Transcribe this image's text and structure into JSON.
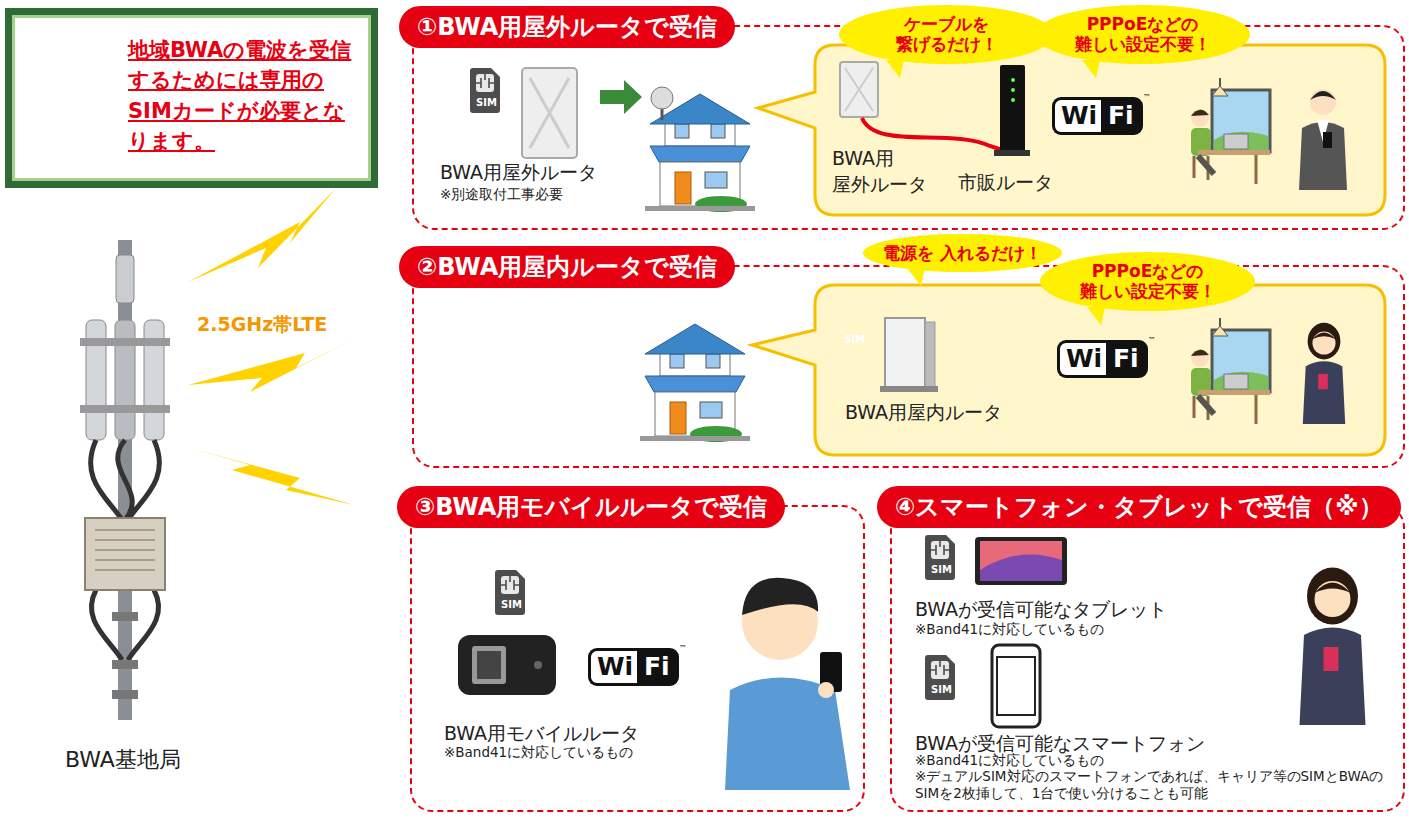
{
  "diagram": {
    "nodes": [
      {
        "text": [
          "地域BWAの電波を受信するためには専用のSIMカードが必要となります。"
        ]
      },
      {
        "text": [
          "①BWA用屋外ルータで受信"
        ]
      },
      {
        "text": [
          "ケーブルを 繋げるだけ！"
        ],
        "in": 1
      },
      {
        "text": [
          "PPPoEなどの 難しい設定不要！"
        ],
        "in": 1
      },
      {
        "text": [
          "②BWA用屋内ルータで受信"
        ]
      },
      {
        "text": [
          "電源を 入れるだけ！"
        ],
        "in": 4
      },
      {
        "text": [
          "PPPoEなどの 難しい設定不要！"
        ],
        "in": 4
      },
      {
        "text": [
          "③BWA用モバイルルータで受信"
        ]
      },
      {
        "text": [
          "④スマートフォン・タブレットで受信（※）"
        ]
      }
    ],
    "labels": [
      "SIM",
      "SIM",
      "BWA用屋外ルータ",
      "※別途取付工事必要",
      "BWA用 屋外ルータ",
      "市販ルータ",
      "Wi",
      "Fi",
      "™",
      "2.5GHz帯LTE",
      "SIM",
      "BWA用屋内ルータ",
      "Wi",
      "Fi",
      "™",
      "BWA基地局",
      "SIM",
      "Wi",
      "Fi",
      "™",
      "BWA用モバイルルータ",
      "※Band41に対応しているもの",
      "SIM",
      "BWAが受信可能なタブレット",
      "※Band41に対応しているもの",
      "SIM",
      "BWAが受信可能なスマートフォン",
      "※Band41に対応しているもの",
      "※デュアルSIM対応のスマートフォンであれば、キャリア等のSIMとBWAのSIMを2枚挿して、1台で使い分けることも可能"
    ]
  }
}
